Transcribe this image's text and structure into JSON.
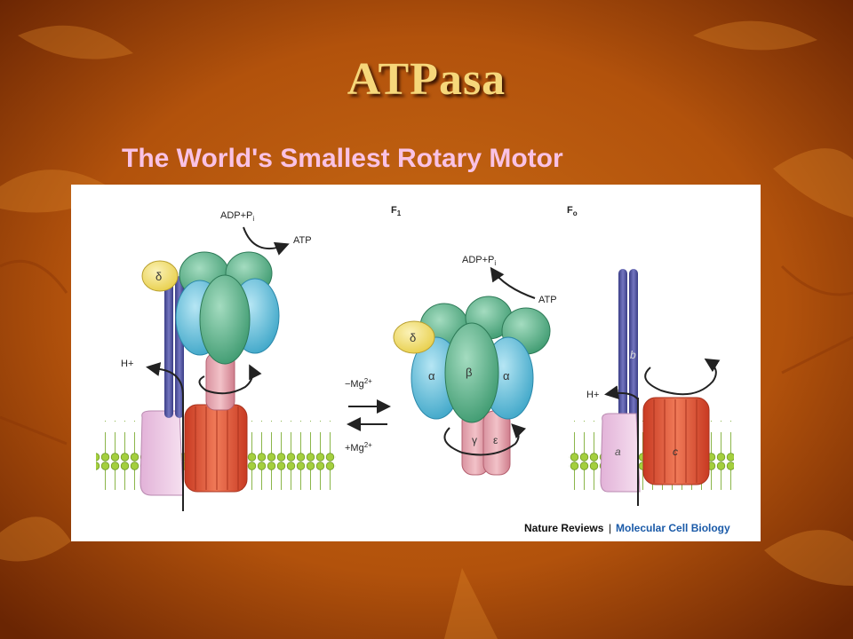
{
  "slide": {
    "title": "ATPasa",
    "subtitle": "The World's Smallest Rotary Motor"
  },
  "figure": {
    "left_panel": {
      "adp": "ADP+P",
      "adp_sub": "i",
      "atp": "ATP",
      "delta": "δ",
      "hplus": "H+"
    },
    "middle_panel": {
      "header": "F",
      "header_sub": "1",
      "adp": "ADP+P",
      "adp_sub": "i",
      "atp": "ATP",
      "delta": "δ",
      "alpha_left": "α",
      "beta": "β",
      "alpha_right": "α",
      "gamma": "γ",
      "epsilon": "ε"
    },
    "arrows": {
      "minus_mg": "−Mg",
      "plus_mg": "+Mg",
      "mg_sup": "2+"
    },
    "right_panel": {
      "header": "F",
      "header_sub": "o",
      "b": "b",
      "hplus": "H+",
      "a": "a",
      "c": "c"
    },
    "credit": {
      "journal": "Nature Reviews",
      "separator": "|",
      "subject": "Molecular Cell Biology"
    }
  },
  "colors": {
    "title": "#f6d77a",
    "subtitle": "#f9c2e4",
    "background_dark": "#7a2f04",
    "background_light": "#c86a14",
    "delta_yellow": "#f3e27a",
    "beta_green": "#5fb78e",
    "alpha_blue": "#6ec3dd",
    "stalk_purple": "#4d4f9a",
    "c_ring_red": "#e35a3c",
    "a_subunit_pink": "#ecc4e2",
    "gamma_pink": "#e78e98",
    "lipid_green": "#9fcc3b",
    "credit_blue": "#1a5aa8"
  }
}
